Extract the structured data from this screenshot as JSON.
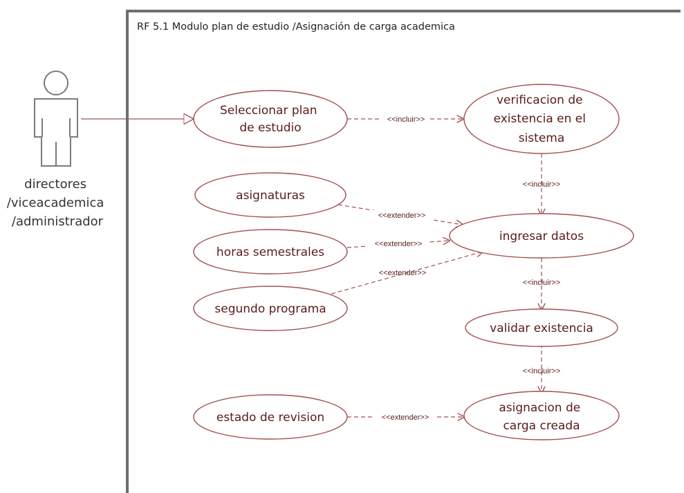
{
  "system": {
    "title": "RF 5.1  Modulo plan de estudio /Asignación de carga academica"
  },
  "actor": {
    "lines": [
      "directores",
      "/viceacademica",
      "/administrador"
    ]
  },
  "use_cases": [
    {
      "id": "uc-seleccionar",
      "lines": [
        "Seleccionar plan",
        "de estudio"
      ]
    },
    {
      "id": "uc-verificacion",
      "lines": [
        "verificacion de",
        "existencia en el",
        "sistema"
      ]
    },
    {
      "id": "uc-asignaturas",
      "lines": [
        "asignaturas"
      ]
    },
    {
      "id": "uc-ingresar",
      "lines": [
        "ingresar datos"
      ]
    },
    {
      "id": "uc-horas",
      "lines": [
        "horas semestrales"
      ]
    },
    {
      "id": "uc-segundo",
      "lines": [
        "segundo programa"
      ]
    },
    {
      "id": "uc-validar",
      "lines": [
        "validar existencia"
      ]
    },
    {
      "id": "uc-estado",
      "lines": [
        "estado de revision"
      ]
    },
    {
      "id": "uc-asignacion",
      "lines": [
        "asignacion de",
        "carga creada"
      ]
    }
  ],
  "relations": [
    {
      "id": "rel-sel-ver",
      "label": "<<incluir>>"
    },
    {
      "id": "rel-ver-ing",
      "label": "<<incluir>>"
    },
    {
      "id": "rel-asig-ing",
      "label": "<<extender>>"
    },
    {
      "id": "rel-horas-ing",
      "label": "<<extender>>"
    },
    {
      "id": "rel-seg-ing",
      "label": "<<extender>>"
    },
    {
      "id": "rel-ing-val",
      "label": "<<incluir>>"
    },
    {
      "id": "rel-val-asig",
      "label": "<<incluir>>"
    },
    {
      "id": "rel-est-asig",
      "label": "<<extender>>"
    }
  ],
  "colors": {
    "ellipse_stroke": "#a05050",
    "relation_stroke": "#a05050",
    "boundary": "#6e6e6e",
    "actor_stroke": "#7a7a7a"
  }
}
